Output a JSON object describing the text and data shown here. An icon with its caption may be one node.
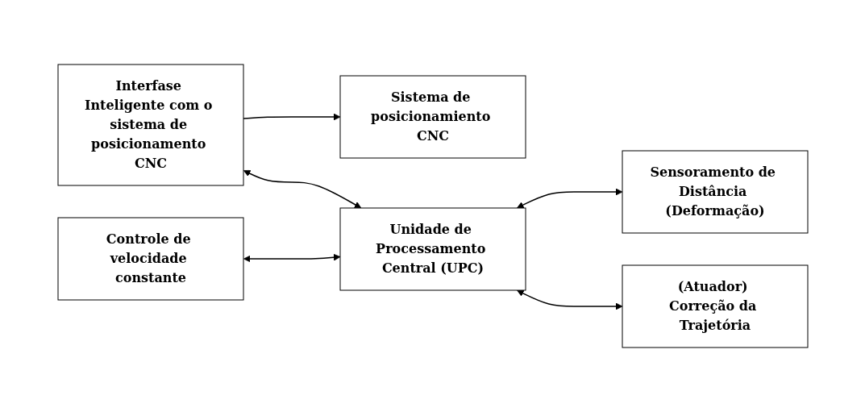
{
  "diagram": {
    "nodes": [
      {
        "text": [
          "Sistema de posicionamiento CNC"
        ]
      },
      {
        "text": [
          "Interfase Inteligente com o sistema de posicionamento CNC"
        ]
      },
      {
        "text": [
          "Unidade de Processamento Central (UPC)"
        ]
      },
      {
        "text": [
          "Controle de velocidade constante"
        ]
      },
      {
        "text": [
          "Sensoramento de Distância (Deformação)"
        ]
      },
      {
        "text": [
          "(Atuador) Correção da Trajetória"
        ]
      }
    ],
    "edges": [
      {
        "from": 1,
        "to": 0,
        "arrow": "to"
      },
      {
        "from": 1,
        "to": 2,
        "arrow": "both"
      },
      {
        "from": 3,
        "to": 2,
        "arrow": "both"
      },
      {
        "from": 2,
        "to": 4,
        "arrow": "both"
      },
      {
        "from": 2,
        "to": 5,
        "arrow": "both"
      }
    ]
  }
}
